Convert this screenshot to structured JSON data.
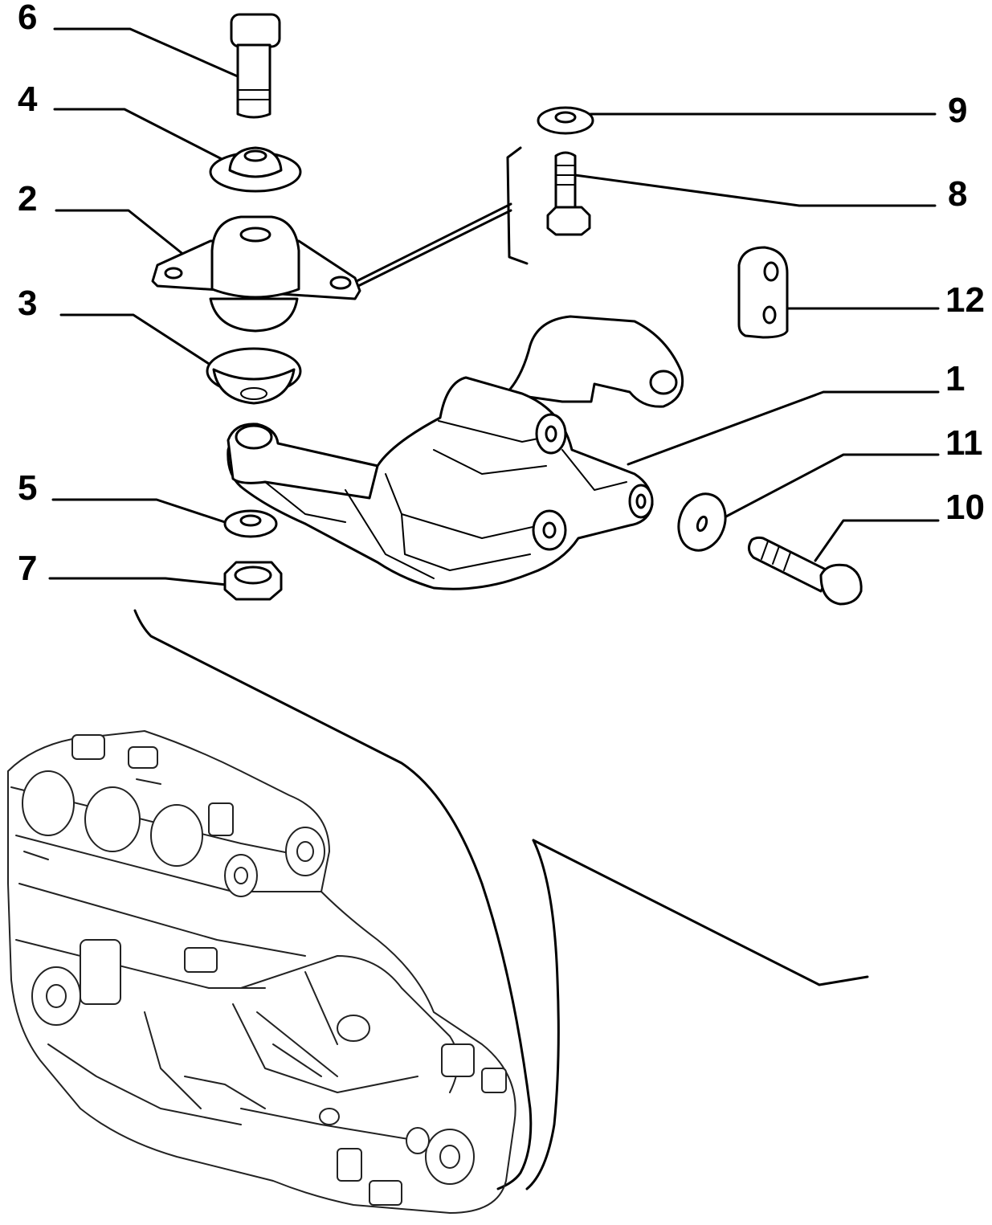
{
  "callouts": [
    {
      "id": "6",
      "label": "6"
    },
    {
      "id": "4",
      "label": "4"
    },
    {
      "id": "2",
      "label": "2"
    },
    {
      "id": "3",
      "label": "3"
    },
    {
      "id": "5",
      "label": "5"
    },
    {
      "id": "7",
      "label": "7"
    },
    {
      "id": "9",
      "label": "9"
    },
    {
      "id": "8",
      "label": "8"
    },
    {
      "id": "12",
      "label": "12"
    },
    {
      "id": "1",
      "label": "1"
    },
    {
      "id": "11",
      "label": "11"
    },
    {
      "id": "10",
      "label": "10"
    }
  ]
}
